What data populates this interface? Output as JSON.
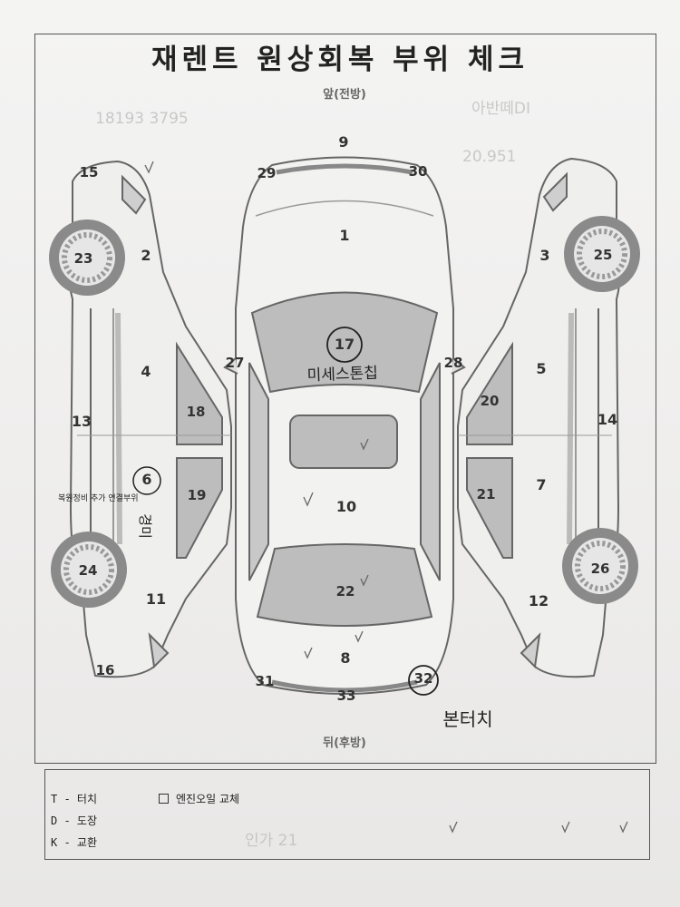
{
  "title": "재렌트 원상회복 부위 체크",
  "direction": {
    "front": "앞(전방)",
    "rear": "뒤(후방)"
  },
  "part_numbers": [
    "1",
    "2",
    "3",
    "4",
    "5",
    "6",
    "7",
    "8",
    "9",
    "10",
    "11",
    "12",
    "13",
    "14",
    "15",
    "16",
    "17",
    "18",
    "19",
    "20",
    "21",
    "22",
    "23",
    "24",
    "25",
    "26",
    "27",
    "28",
    "29",
    "30",
    "31",
    "32",
    "33"
  ],
  "handwritten": {
    "note_17": "미세스톤칩",
    "note_32": "본터치",
    "note_6": "경미",
    "note_6_detail": "복원정비 추가 연결부위"
  },
  "faint_marks": {
    "left_top": "18193 3795",
    "right_top_1": "아반떼DI",
    "right_top_2": "20.951",
    "bottom_text": "인가 21"
  },
  "legend": {
    "items": [
      "T - 터치",
      "D - 도장",
      "K - 교환"
    ],
    "checkbox_label": "엔진오일 교체",
    "checkbox_checked": false
  }
}
